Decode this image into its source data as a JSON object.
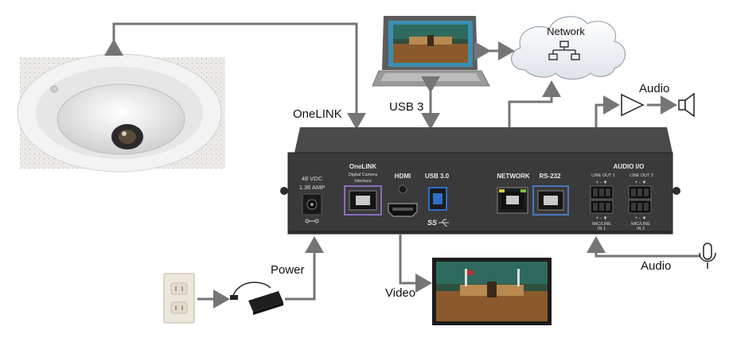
{
  "labels": {
    "network": "Network",
    "usb3": "USB 3",
    "onelink": "OneLINK",
    "audio_out": "Audio",
    "audio_in": "Audio",
    "power": "Power",
    "video": "Video"
  },
  "device": {
    "power_voltage": "48 VDC",
    "power_current": "1.36 AMP",
    "onelink_title": "OneLINK",
    "onelink_sub1": "Digital Camera",
    "onelink_sub2": "Interface",
    "hdmi": "HDMI",
    "usb": "USB 3.0",
    "ss_logo": "SS",
    "network": "NETWORK",
    "rs232": "RS-232",
    "audio_io": "AUDIO I/O",
    "line_out_1": "LINE OUT 1",
    "line_out_2": "LINE OUT 2",
    "pins": "+ - ▼",
    "mic_line": "MIC/LINE",
    "in_1": "IN 1",
    "in_2": "IN 2"
  },
  "colors": {
    "arrow": "#757575",
    "device_body": "#3a3a3a",
    "onelink_port": "#8e6bbf",
    "usb_port": "#2f6fc9",
    "rs232_port": "#4a78c0",
    "network_port": "#d4cf3a",
    "screen_wall": "#2e6b5e"
  }
}
